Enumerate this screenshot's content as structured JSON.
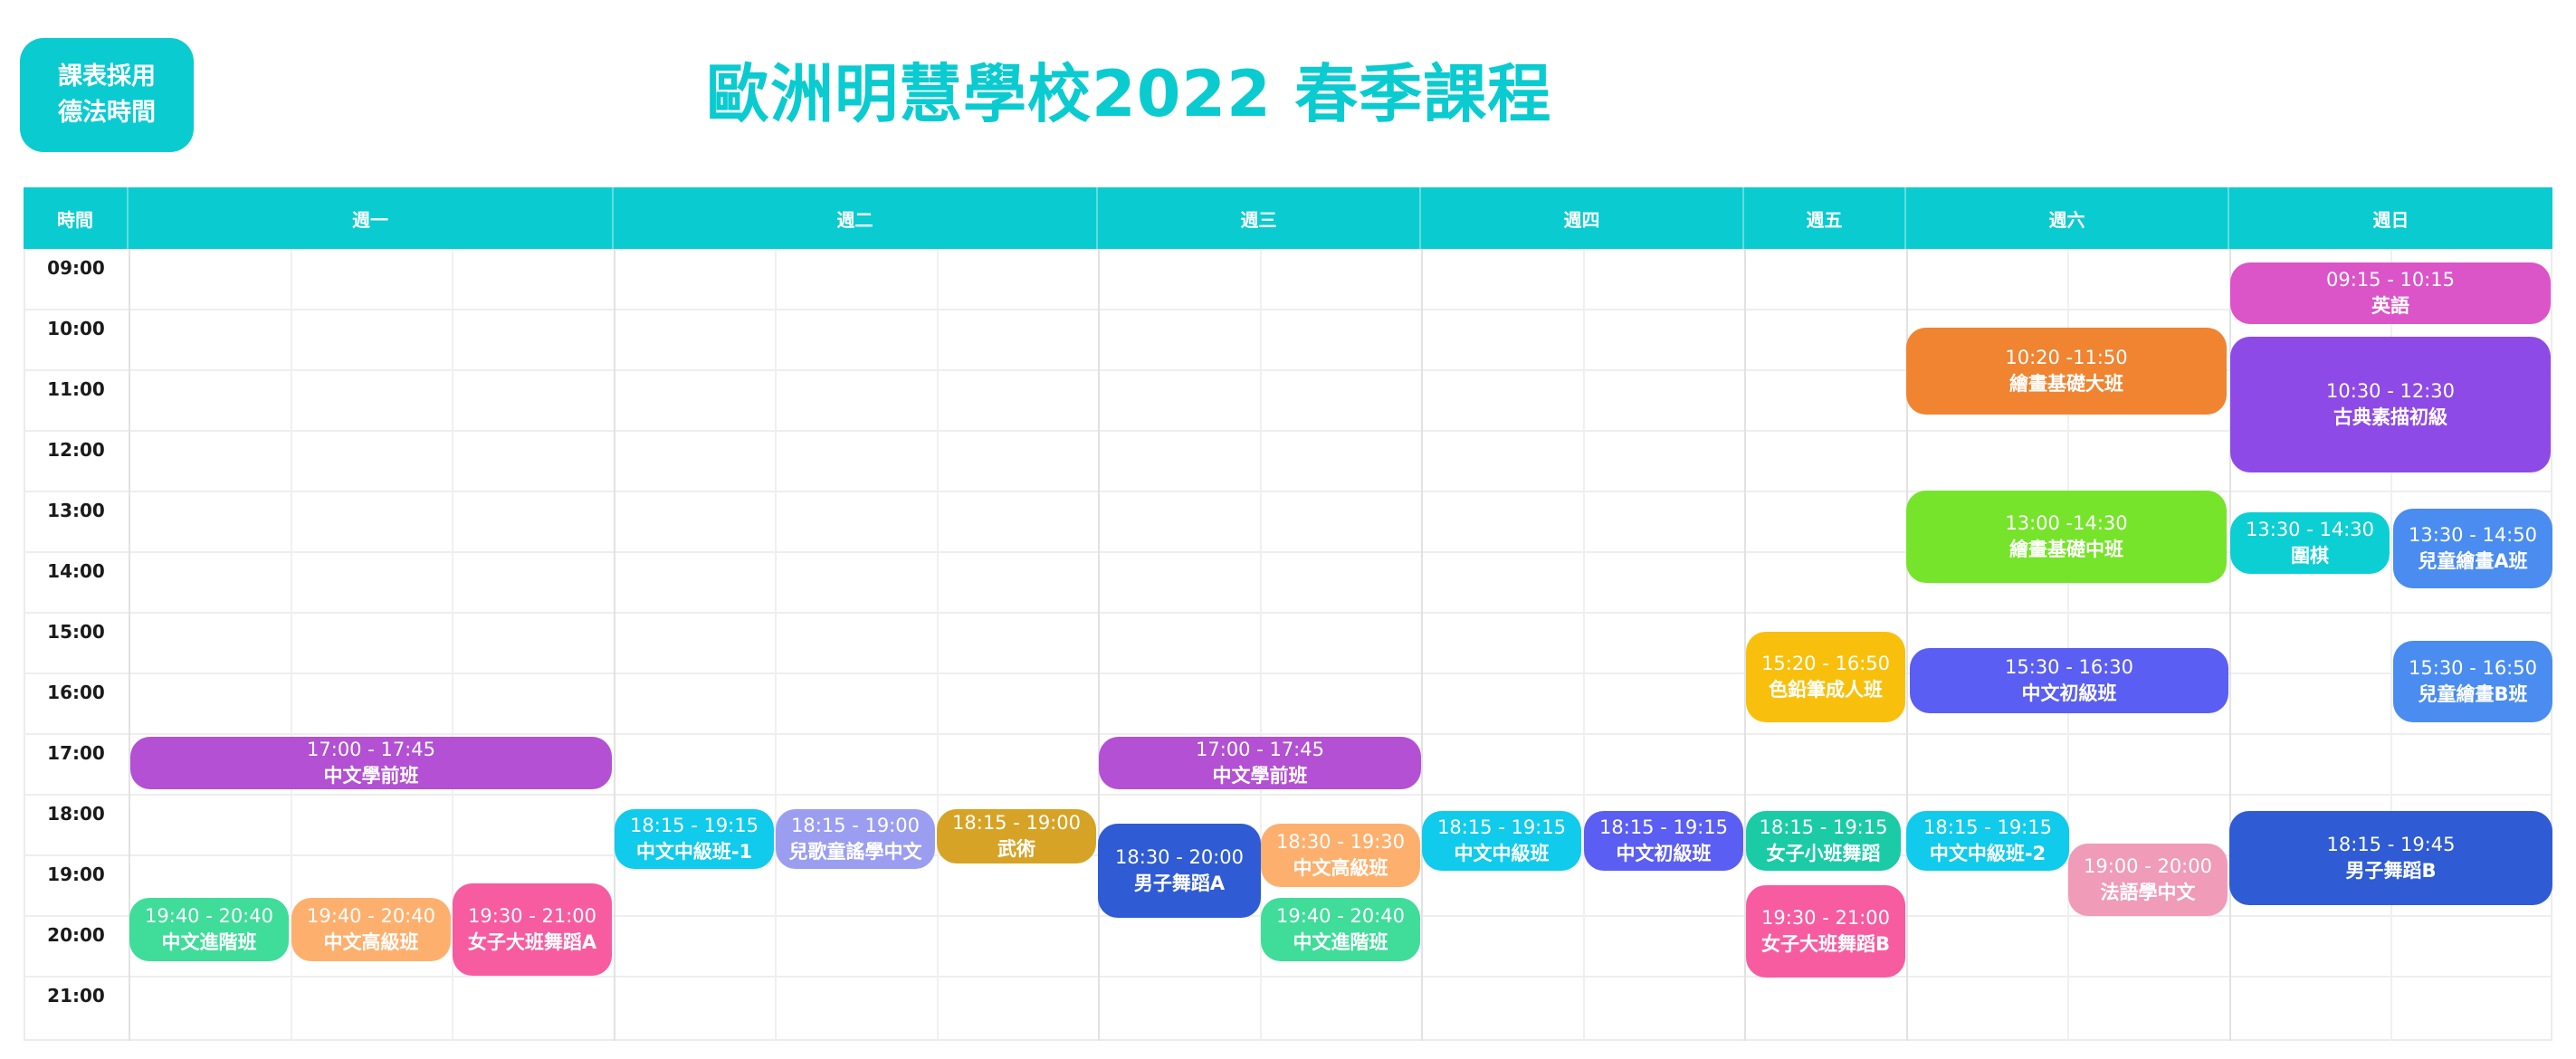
{
  "badge": {
    "line1": "課表採用",
    "line2": "德法時間"
  },
  "title": "歐洲明慧學校2022 春季課程",
  "headers": {
    "time": "時間",
    "mon": "週一",
    "tue": "週二",
    "wed": "週三",
    "thu": "週四",
    "fri": "週五",
    "sat": "週六",
    "sun": "週日"
  },
  "times": [
    "09:00",
    "10:00",
    "11:00",
    "12:00",
    "13:00",
    "14:00",
    "15:00",
    "16:00",
    "17:00",
    "18:00",
    "19:00",
    "20:00",
    "21:00"
  ],
  "colors": {
    "accent": "#0acbd0",
    "header_text": "#ffffff"
  },
  "events": {
    "sun_english": {
      "time": "09:15 - 10:15",
      "name": "英語"
    },
    "sat_art_big": {
      "time": "10:20 -11:50",
      "name": "繪畫基礎大班"
    },
    "sun_sketch": {
      "time": "10:30 - 12:30",
      "name": "古典素描初級"
    },
    "sat_art_mid": {
      "time": "13:00 -14:30",
      "name": "繪畫基礎中班"
    },
    "sun_go": {
      "time": "13:30 - 14:30",
      "name": "圍棋"
    },
    "sun_kids_art_a": {
      "time": "13:30 - 14:50",
      "name": "兒童繪畫A班"
    },
    "fri_pencil": {
      "time": "15:20 - 16:50",
      "name": "色鉛筆成人班"
    },
    "sat_chinese_basic": {
      "time": "15:30 - 16:30",
      "name": "中文初級班"
    },
    "sun_kids_art_b": {
      "time": "15:30 - 16:50",
      "name": "兒童繪畫B班"
    },
    "mon_preschool": {
      "time": "17:00 - 17:45",
      "name": "中文學前班"
    },
    "wed_preschool": {
      "time": "17:00 - 17:45",
      "name": "中文學前班"
    },
    "tue_mid1": {
      "time": "18:15 - 19:15",
      "name": "中文中級班-1"
    },
    "tue_songs": {
      "time": "18:15 - 19:00",
      "name": "兒歌童謠學中文"
    },
    "tue_wushu": {
      "time": "18:15 - 19:00",
      "name": "武術"
    },
    "wed_boys_a": {
      "time": "18:30 - 20:00",
      "name": "男子舞蹈A"
    },
    "wed_high": {
      "time": "18:30 - 19:30",
      "name": "中文高級班"
    },
    "thu_mid": {
      "time": "18:15 - 19:15",
      "name": "中文中級班"
    },
    "thu_basic": {
      "time": "18:15 - 19:15",
      "name": "中文初級班"
    },
    "fri_girls_small": {
      "time": "18:15 - 19:15",
      "name": "女子小班舞蹈"
    },
    "sat_mid2": {
      "time": "18:15 - 19:15",
      "name": "中文中級班-2"
    },
    "sat_french": {
      "time": "19:00 - 20:00",
      "name": "法語學中文"
    },
    "sun_boys_b": {
      "time": "18:15 - 19:45",
      "name": "男子舞蹈B"
    },
    "mon_adv": {
      "time": "19:40 - 20:40",
      "name": "中文進階班"
    },
    "mon_high": {
      "time": "19:40 - 20:40",
      "name": "中文高級班"
    },
    "mon_girls_a": {
      "time": "19:30 - 21:00",
      "name": "女子大班舞蹈A"
    },
    "wed_adv": {
      "time": "19:40 - 20:40",
      "name": "中文進階班"
    },
    "fri_girls_b": {
      "time": "19:30 - 21:00",
      "name": "女子大班舞蹈B"
    }
  }
}
